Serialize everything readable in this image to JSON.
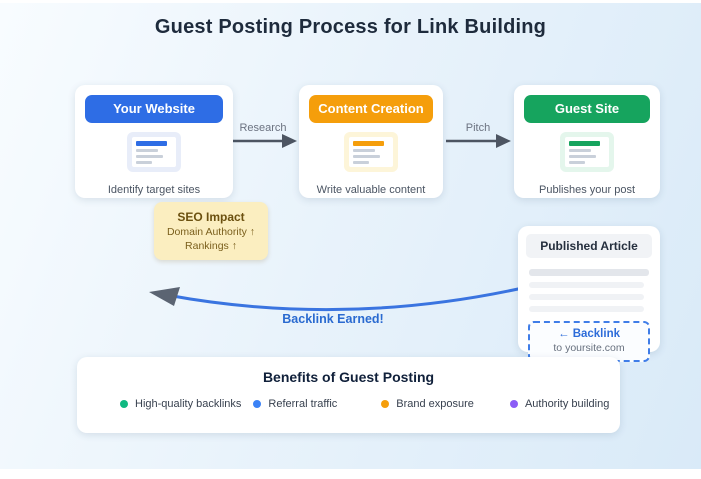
{
  "title": "Guest Posting Process for Link Building",
  "colors": {
    "arrow_gray": "#4d5562",
    "curve_blue": "#3a74e0",
    "curve_arrowhead_gray": "#5b6472"
  },
  "steps": [
    {
      "label": "Your Website",
      "caption": "Identify target sites",
      "accent": "#2e6de5",
      "icon_bg": "#e8edf9"
    },
    {
      "label": "Content Creation",
      "caption": "Write valuable content",
      "accent": "#f59e0b",
      "icon_bg": "#fdf5d9"
    },
    {
      "label": "Guest Site",
      "caption": "Publishes your post",
      "accent": "#16a45e",
      "icon_bg": "#e4f6ec"
    }
  ],
  "arrows": [
    {
      "label": "Research"
    },
    {
      "label": "Pitch"
    }
  ],
  "seo_note": {
    "title": "SEO Impact",
    "lines": [
      "Domain Authority ↑",
      "Rankings ↑"
    ]
  },
  "published_article": {
    "title": "Published Article",
    "backlink_label": "← Backlink",
    "backlink_target": "to yoursite.com"
  },
  "backlink_arrow_label": "Backlink Earned!",
  "benefits": {
    "title": "Benefits of Guest Posting",
    "items": [
      {
        "label": "High-quality backlinks",
        "color": "#10b981"
      },
      {
        "label": "Referral traffic",
        "color": "#3b82f6"
      },
      {
        "label": "Brand exposure",
        "color": "#f59e0b"
      },
      {
        "label": "Authority building",
        "color": "#8b5cf6"
      }
    ]
  }
}
